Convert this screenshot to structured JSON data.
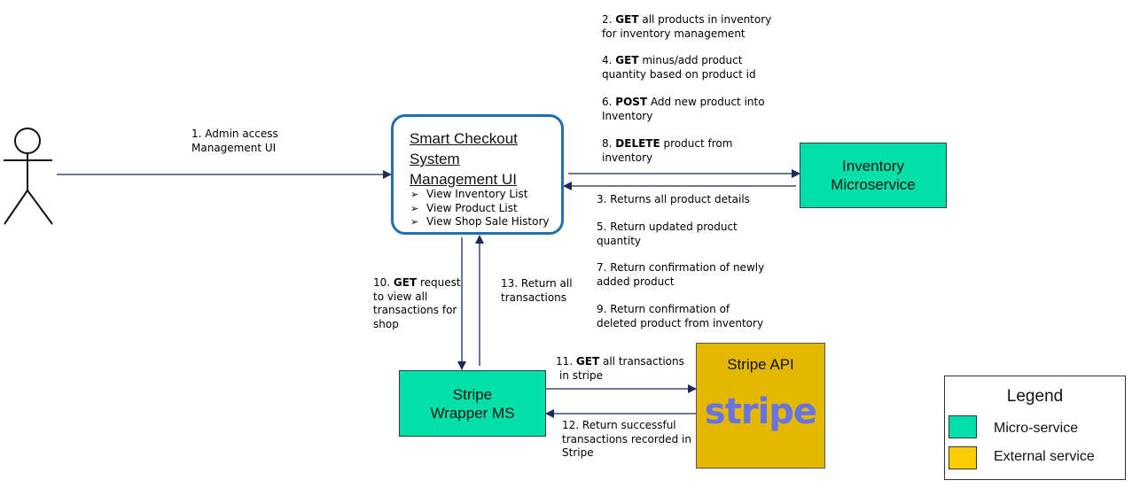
{
  "nodes": {
    "mgmt_ui": {
      "title_lines": [
        "Smart Checkout",
        "System",
        "Management UI"
      ],
      "items": [
        "View Inventory List",
        "View Product List",
        "View Shop Sale History"
      ]
    },
    "inventory": {
      "lines": [
        "Inventory",
        "Microservice"
      ]
    },
    "stripe_wrapper": {
      "lines": [
        "Stripe",
        "Wrapper MS"
      ]
    },
    "stripe_api": {
      "title": "Stripe API",
      "logo": "stripe"
    }
  },
  "notes": {
    "n1": [
      "1. Admin access",
      "Management UI"
    ],
    "n2": {
      "num": "2.",
      "verb": "GET",
      "rest": "all products in inventory",
      "line2": "for inventory management"
    },
    "n4": {
      "num": "4.",
      "verb": "GET",
      "rest": "minus/add product",
      "line2": "quantity based on product id"
    },
    "n6": {
      "num": "6.",
      "verb": "POST",
      "rest": "Add new product into",
      "line2": "Inventory"
    },
    "n8": {
      "num": "8.",
      "verb": "DELETE",
      "rest": "product from",
      "line2": "inventory"
    },
    "n3": [
      "3. Returns all product details"
    ],
    "n5": [
      "5. Return updated product",
      "quantity"
    ],
    "n7": [
      "7. Return confirmation of newly",
      "added product"
    ],
    "n9": [
      "9. Return confirmation of",
      "deleted product from inventory"
    ],
    "n10": {
      "num": "10.",
      "verb": "GET",
      "rest": "request",
      "lines": [
        "to view all",
        "transactions for",
        "shop"
      ]
    },
    "n13": [
      "13. Return all",
      "transactions"
    ],
    "n11": {
      "num": "11.",
      "verb": "GET",
      "rest": "all transactions",
      "line2": "in stripe"
    },
    "n12": [
      "12. Return successful",
      "transactions recorded in",
      "Stripe"
    ]
  },
  "legend": {
    "title": "Legend",
    "items": [
      {
        "label": "Micro-service",
        "color": "#00e0a8"
      },
      {
        "label": "External service",
        "color": "#ffcc00"
      }
    ]
  },
  "colors": {
    "arrow": "#1a2a5a",
    "ui_border": "#1f6fb2",
    "micro": "#00e0a8",
    "external": "#e5b800",
    "stripe_logo": "#6772e5"
  }
}
